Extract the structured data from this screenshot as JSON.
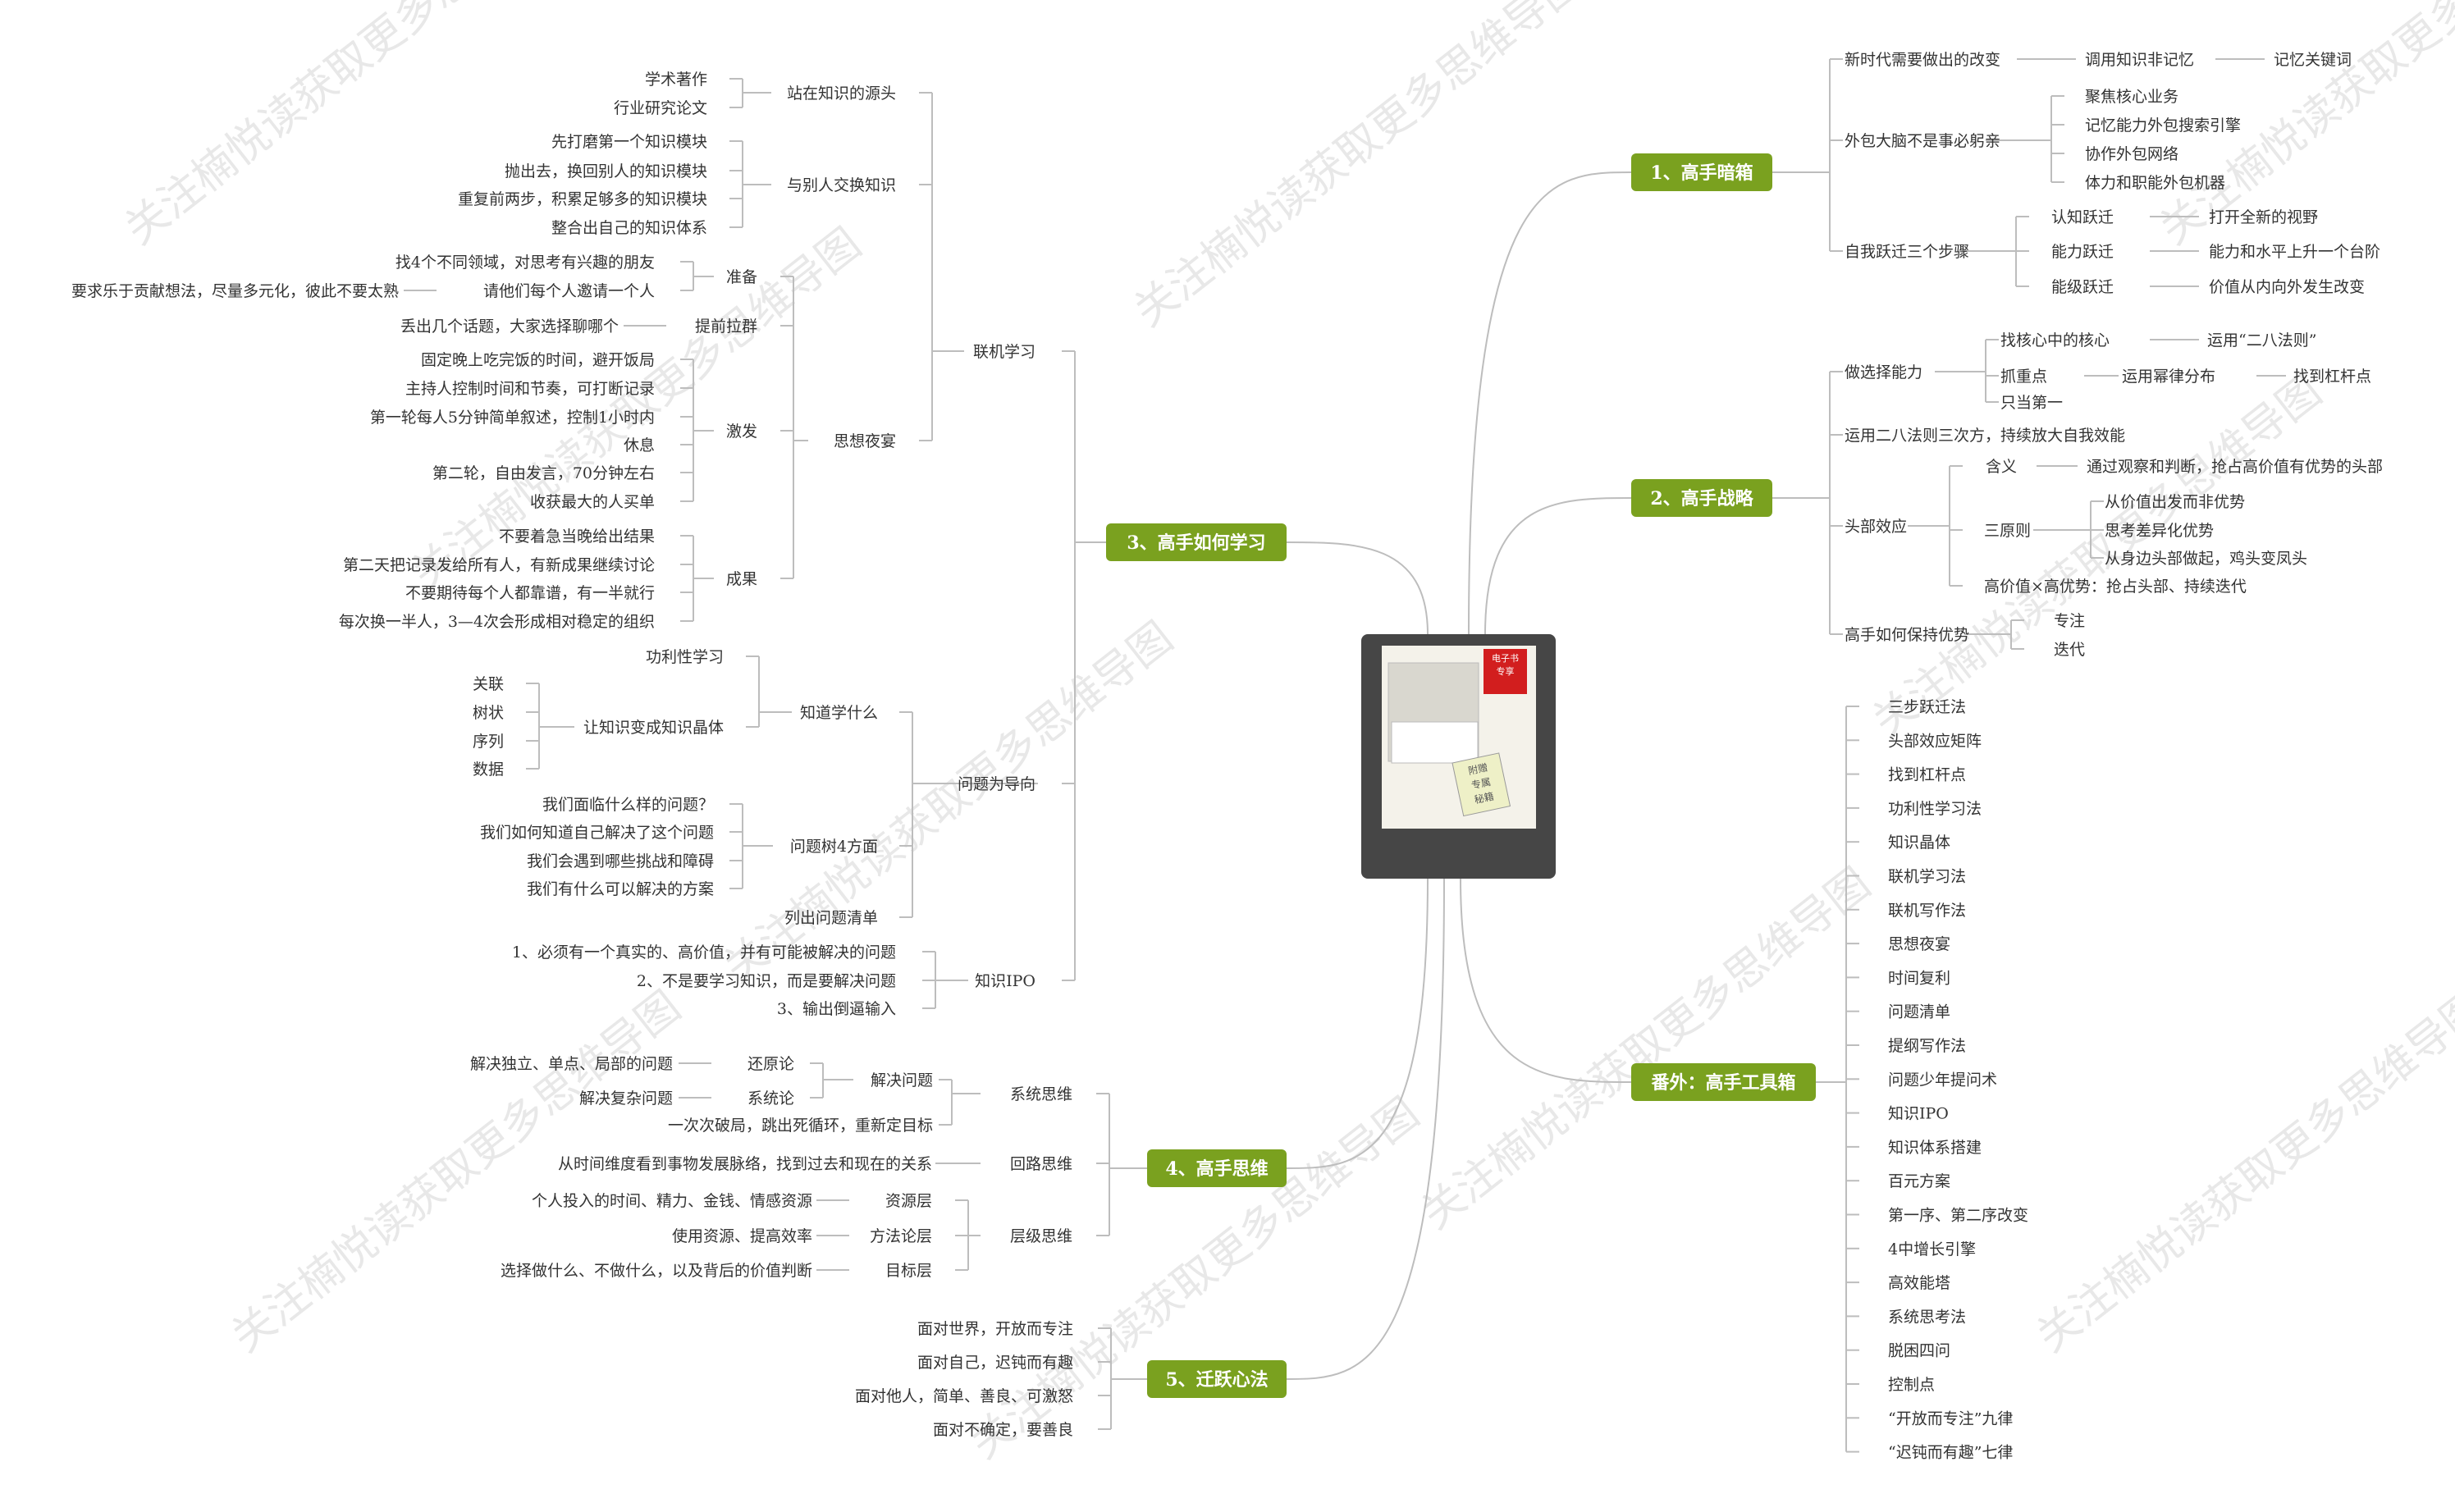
{
  "watermark": "关注楠悦读获取更多思维导图",
  "center": {
    "badge_lines": [
      "电子书",
      "专享"
    ],
    "tag_lines": [
      "附赠",
      "专属",
      "秘籍"
    ]
  },
  "colors": {
    "branch": "#7aa11f",
    "line": "#bdbdbd",
    "text": "#333333",
    "cover": "#464646",
    "badge": "#d21e1e"
  },
  "branches": {
    "b1": {
      "title": "1、高手暗箱",
      "l1": [
        "新时代需要做出的改变",
        "外包大脑不是事必躬亲",
        "自我跃迁三个步骤"
      ],
      "change": [
        "调用知识非记忆",
        "记忆关键词"
      ],
      "outsource": [
        "聚焦核心业务",
        "记忆能力外包搜索引擎",
        "协作外包网络",
        "体力和职能外包机器"
      ],
      "steps": [
        "认知跃迁",
        "能力跃迁",
        "能级跃迁"
      ],
      "step_desc": [
        "打开全新的视野",
        "能力和水平上升一个台阶",
        "价值从内向外发生改变"
      ]
    },
    "b2": {
      "title": "2、高手战略",
      "l1": [
        "做选择能力",
        "运用二八法则三次方，持续放大自我效能",
        "头部效应",
        "高手如何保持优势"
      ],
      "choice": [
        "找核心中的核心",
        "运用“二八法则”",
        "抓重点",
        "运用幂律分布",
        "找到杠杆点",
        "只当第一"
      ],
      "head": [
        "含义",
        "通过观察和判断，抢占高价值有优势的头部",
        "三原则",
        "高价值×高优势：抢占头部、持续迭代"
      ],
      "principles": [
        "从价值出发而非优势",
        "思考差异化优势",
        "从身边头部做起，鸡头变凤头"
      ],
      "keep": [
        "专注",
        "迭代"
      ]
    },
    "b3": {
      "title": "3、高手如何学习",
      "l1": [
        "联机学习",
        "问题为导向",
        "知识IPO"
      ],
      "conn": [
        "站在知识的源头",
        "与别人交换知识",
        "思想夜宴"
      ],
      "source": [
        "学术著作",
        "行业研究论文"
      ],
      "exchange": [
        "先打磨第一个知识模块",
        "抛出去，换回别人的知识模块",
        "重复前两步，积累足够多的知识模块",
        "整合出自己的知识体系"
      ],
      "feast": [
        "准备",
        "提前拉群",
        "激发",
        "成果"
      ],
      "prep": [
        "找4个不同领域，对思考有兴趣的朋友",
        "请他们每个人邀请一个人",
        "要求乐于贡献想法，尽量多元化，彼此不要太熟"
      ],
      "group": [
        "丢出几个话题，大家选择聊哪个"
      ],
      "inspire": [
        "固定晚上吃完饭的时间，避开饭局",
        "主持人控制时间和节奏，可打断记录",
        "第一轮每人5分钟简单叙述，控制1小时内",
        "休息",
        "第二轮，自由发言，70分钟左右",
        "收获最大的人买单"
      ],
      "result": [
        "不要着急当晚给出结果",
        "第二天把记录发给所有人，有新成果继续讨论",
        "不要期待每个人都靠谱，有一半就行",
        "每次换一半人，3—4次会形成相对稳定的组织"
      ],
      "problem": [
        "知道学什么",
        "问题树4方面",
        "列出问题清单"
      ],
      "what": [
        "功利性学习",
        "让知识变成知识晶体"
      ],
      "crystal": [
        "关联",
        "树状",
        "序列",
        "数据"
      ],
      "tree": [
        "我们面临什么样的问题？",
        "我们如何知道自己解决了这个问题",
        "我们会遇到哪些挑战和障碍",
        "我们有什么可以解决的方案"
      ],
      "ipo": [
        "1、必须有一个真实的、高价值，并有可能被解决的问题",
        "2、不是要学习知识，而是要解决问题",
        "3、输出倒逼输入"
      ]
    },
    "b4": {
      "title": "4、高手思维",
      "l1": [
        "系统思维",
        "回路思维",
        "层级思维"
      ],
      "system": [
        "解决问题",
        "一次次破局，跳出死循环，重新定目标"
      ],
      "solve": [
        "还原论",
        "系统论"
      ],
      "solve_desc": [
        "解决独立、单点、局部的问题",
        "解决复杂问题"
      ],
      "loop": [
        "从时间维度看到事物发展脉络，找到过去和现在的关系"
      ],
      "levels": [
        "资源层",
        "方法论层",
        "目标层"
      ],
      "level_desc": [
        "个人投入的时间、精力、金钱、情感资源",
        "使用资源、提高效率",
        "选择做什么、不做什么，以及背后的价值判断"
      ]
    },
    "b5": {
      "title": "5、迁跃心法",
      "l1": [
        "面对世界，开放而专注",
        "面对自己，迟钝而有趣",
        "面对他人，简单、善良、可激怒",
        "面对不确定，要善良"
      ]
    },
    "extra": {
      "title": "番外：高手工具箱",
      "l1": [
        "三步跃迁法",
        "头部效应矩阵",
        "找到杠杆点",
        "功利性学习法",
        "知识晶体",
        "联机学习法",
        "联机写作法",
        "思想夜宴",
        "时间复利",
        "问题清单",
        "提纲写作法",
        "问题少年提问术",
        "知识IPO",
        "知识体系搭建",
        "百元方案",
        "第一序、第二序改变",
        "4中增长引擎",
        "高效能塔",
        "系统思考法",
        "脱困四问",
        "控制点",
        "“开放而专注”九律",
        "“迟钝而有趣”七律"
      ]
    }
  }
}
